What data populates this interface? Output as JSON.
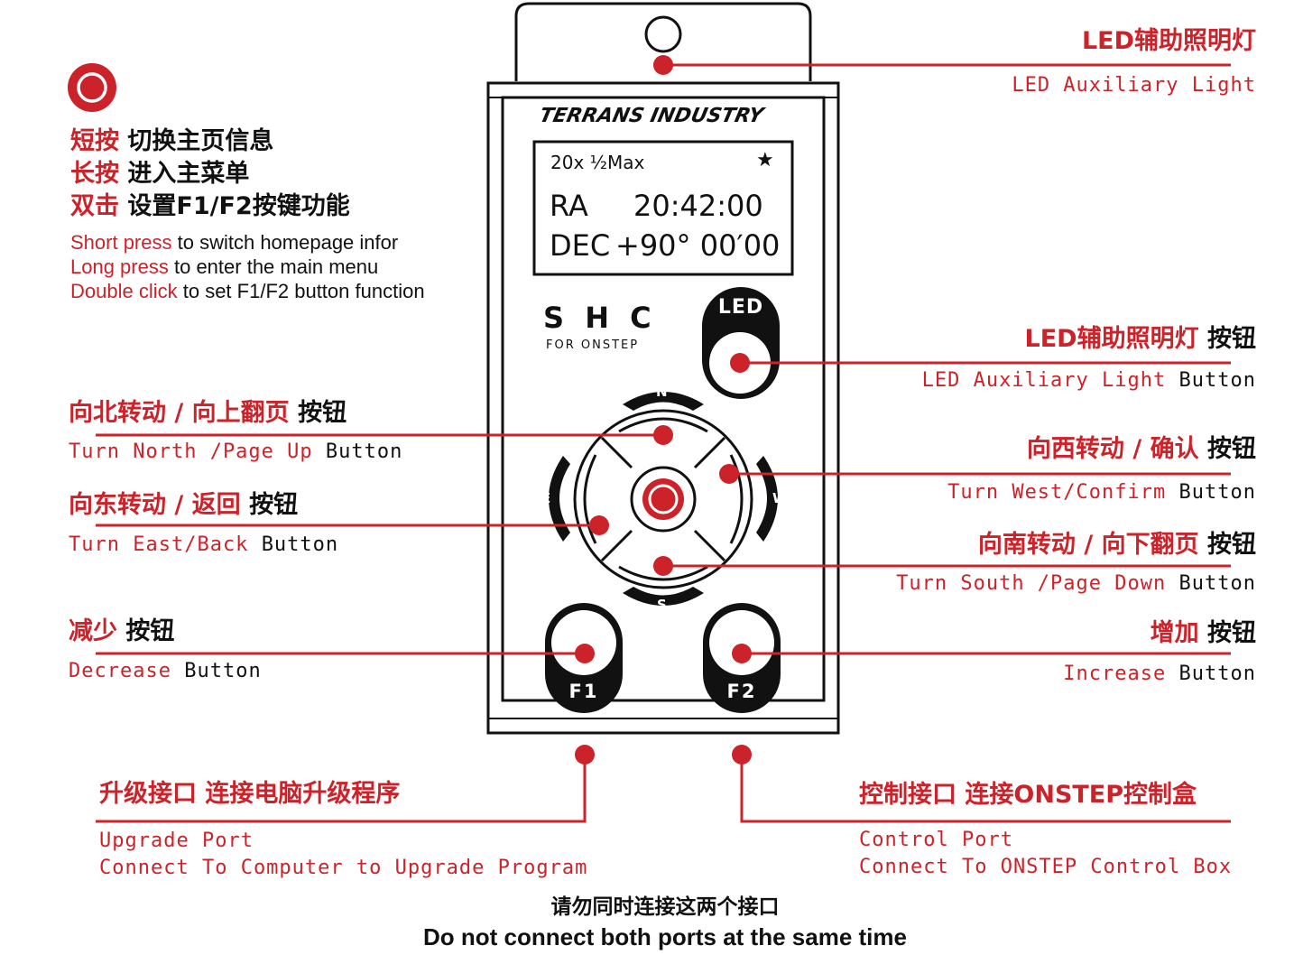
{
  "colors": {
    "accent": "#cc2229",
    "device_fill": "#ffffff",
    "ink": "#111111"
  },
  "icons": {
    "press_icon": "target-circle-icon"
  },
  "press_help": {
    "cn": [
      {
        "key": "短按",
        "text": "切换主页信息"
      },
      {
        "key": "长按",
        "text": "进入主菜单"
      },
      {
        "key": "双击",
        "text": "设置F1/F2按键功能"
      }
    ],
    "en": [
      {
        "key": "Short press",
        "text": "to switch homepage infor"
      },
      {
        "key": "Long press",
        "text": "to enter the main menu"
      },
      {
        "key": "Double click",
        "text": "to set F1/F2 button function"
      }
    ]
  },
  "device": {
    "brand": "TERRANS INDUSTRY",
    "model": "S H C",
    "model_sub": "FOR ONSTEP",
    "lcd": {
      "line1_left": "20x  ½Max",
      "line1_star": "★",
      "ra_label": "RA",
      "ra_value": "20:42:00",
      "dec_label": "DEC",
      "dec_value": "+90° 00′00"
    },
    "led_key": "LED",
    "dir_n": "N",
    "dir_s": "S",
    "dir_e": "E",
    "dir_w": "W",
    "f1": "F1",
    "f2": "F2"
  },
  "callouts": {
    "led_light": {
      "cn": "LED辅助照明灯",
      "en": "LED Auxiliary Light"
    },
    "led_button": {
      "cn_red": "LED辅助照明灯",
      "cn_black": "按钮",
      "en_red": "LED Auxiliary Light",
      "en_black": "Button"
    },
    "north": {
      "cn_red": "向北转动 / 向上翻页",
      "cn_black": "按钮",
      "en_red": "Turn North /Page Up",
      "en_black": "Button"
    },
    "west": {
      "cn_red": "向西转动 / 确认",
      "cn_black": "按钮",
      "en_red": "Turn West/Confirm",
      "en_black": "Button"
    },
    "east": {
      "cn_red": "向东转动 / 返回",
      "cn_black": "按钮",
      "en_red": "Turn East/Back",
      "en_black": "Button"
    },
    "south": {
      "cn_red": "向南转动 / 向下翻页",
      "cn_black": "按钮",
      "en_red": "Turn South /Page Down",
      "en_black": "Button"
    },
    "decrease": {
      "cn_red": "减少",
      "cn_black": "按钮",
      "en_red": "Decrease",
      "en_black": "Button"
    },
    "increase": {
      "cn_red": "增加",
      "cn_black": "按钮",
      "en_red": "Increase",
      "en_black": "Button"
    },
    "upgrade_port": {
      "cn": "升级接口 连接电脑升级程序",
      "en1": "Upgrade Port",
      "en2": "Connect To Computer to Upgrade Program"
    },
    "control_port": {
      "cn": "控制接口 连接ONSTEP控制盒",
      "en1": "Control Port",
      "en2": "Connect To ONSTEP Control Box"
    }
  },
  "warning": {
    "cn": "请勿同时连接这两个接口",
    "en": "Do not connect both ports at the same time"
  }
}
